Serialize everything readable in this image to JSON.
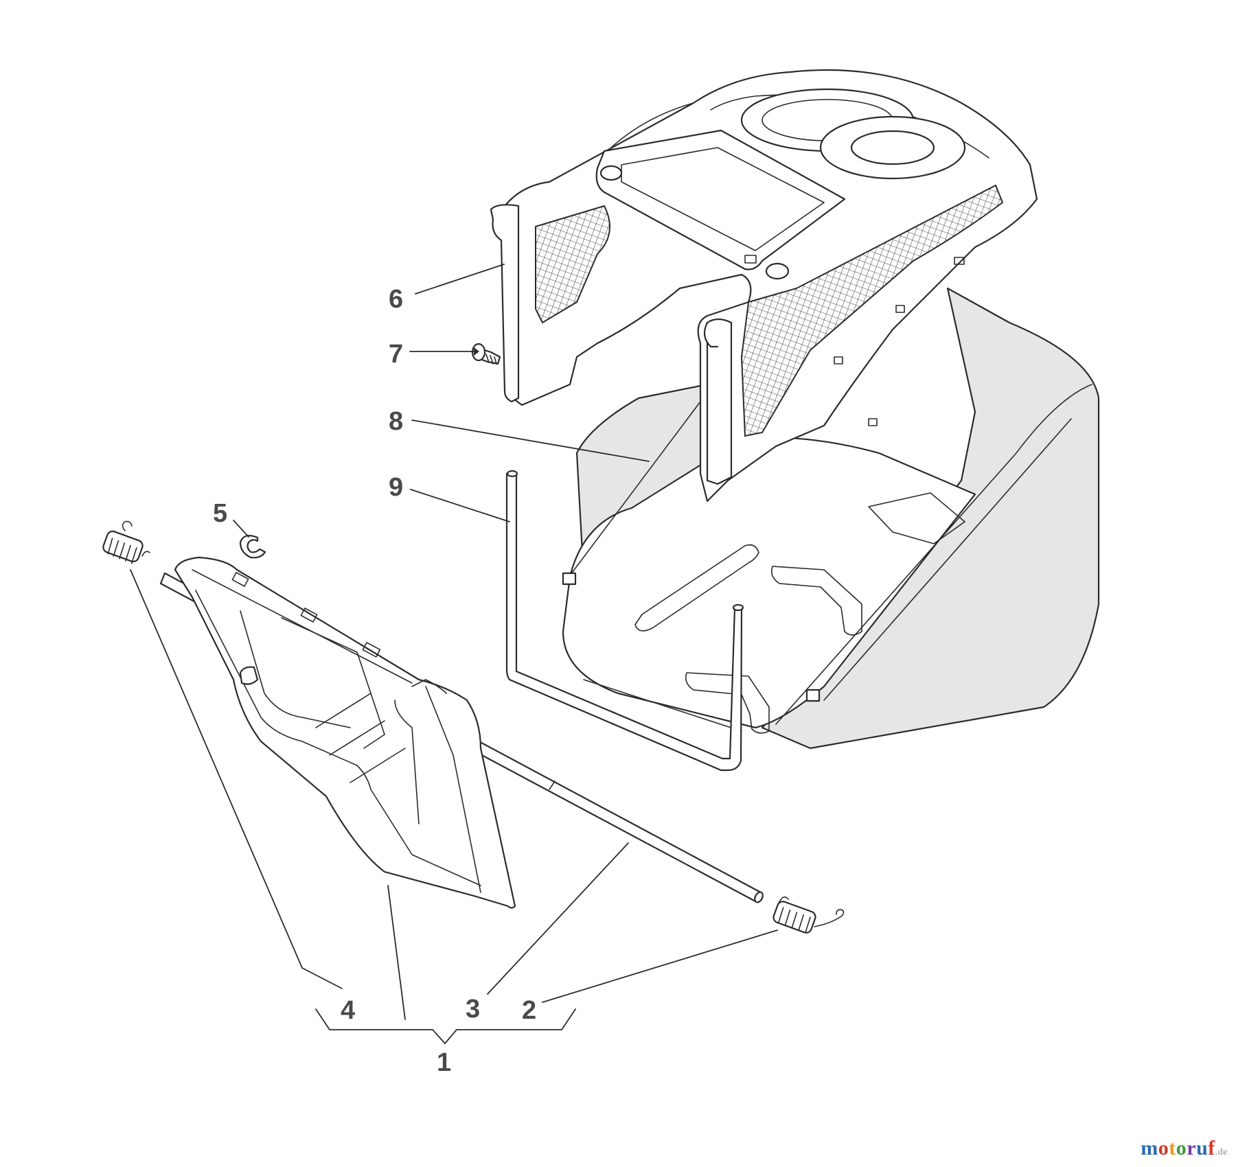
{
  "diagram": {
    "callouts": [
      {
        "id": "1",
        "label": "1"
      },
      {
        "id": "2",
        "label": "2"
      },
      {
        "id": "3",
        "label": "3"
      },
      {
        "id": "4",
        "label": "4"
      },
      {
        "id": "5",
        "label": "5"
      },
      {
        "id": "6",
        "label": "6"
      },
      {
        "id": "7",
        "label": "7"
      },
      {
        "id": "8",
        "label": "8"
      },
      {
        "id": "9",
        "label": "9"
      }
    ]
  },
  "watermark": {
    "main": "motoruf",
    "suffix": ".de",
    "colors": [
      "#2a6ab0",
      "#d03a2a",
      "#e39a22",
      "#3b9a3b",
      "#7a3aa0",
      "#2a6ab0",
      "#d03a2a"
    ]
  }
}
